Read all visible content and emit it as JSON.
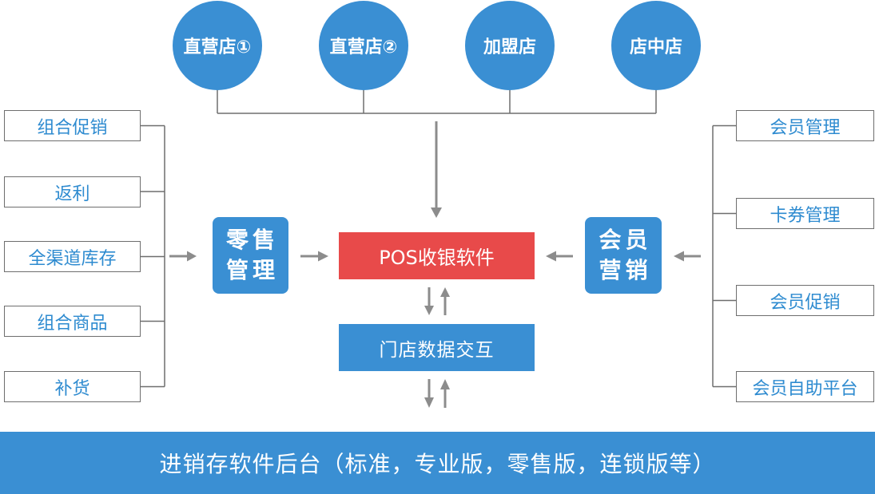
{
  "stores": [
    "直营店①",
    "直营店②",
    "加盟店",
    "店中店"
  ],
  "left_features": [
    "组合促销",
    "返利",
    "全渠道库存",
    "组合商品",
    "补货"
  ],
  "right_features": [
    "会员管理",
    "卡券管理",
    "会员促销",
    "会员自助平台"
  ],
  "retail_module": {
    "line1": "零售",
    "line2": "管理"
  },
  "member_module": {
    "line1": "会员",
    "line2": "营销"
  },
  "pos_software": "POS收银软件",
  "store_data_exchange": "门店数据交互",
  "backend": "进销存软件后台（标准，专业版，零售版，连锁版等）",
  "colors": {
    "node_blue": "#3A8FD3",
    "pos_red": "#E84A4A",
    "feature_text_blue": "#2E8BD0",
    "connector_gray": "#6E6E6E",
    "arrow_gray": "#8C8C8C",
    "box_border": "#6E6E6E"
  }
}
